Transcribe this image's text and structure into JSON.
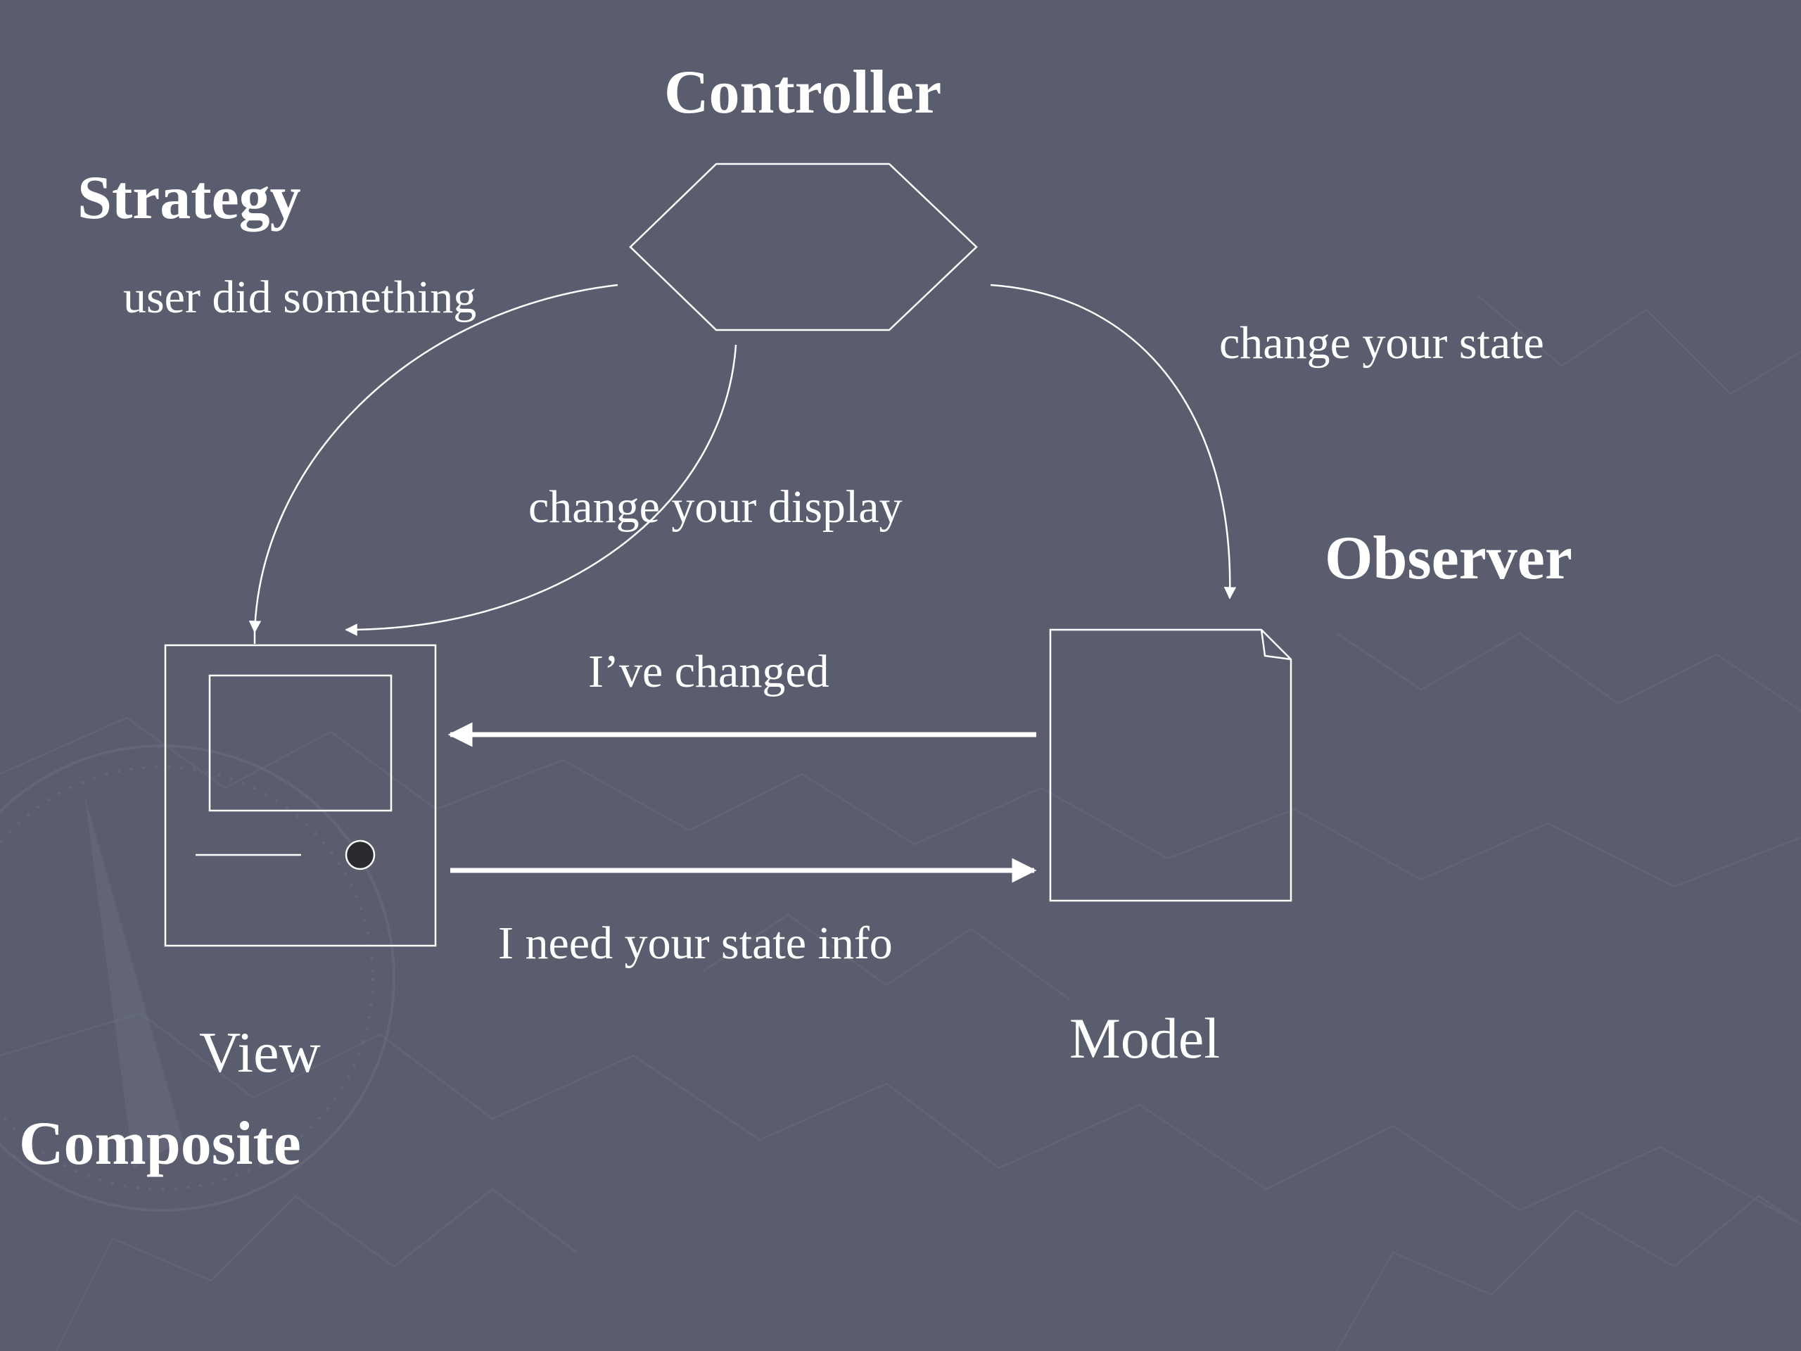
{
  "slide": {
    "background_color": "#5a5d6d",
    "line_color": "#ffffff"
  },
  "patterns": {
    "controller": "Controller",
    "strategy": "Strategy",
    "observer": "Observer",
    "composite": "Composite"
  },
  "nodes": {
    "view": "View",
    "model": "Model"
  },
  "messages": {
    "user_did_something": "user did something",
    "change_your_state": "change your state",
    "change_your_display": "change your display",
    "ive_changed": "I’ve changed",
    "need_state_info": "I need your state info"
  }
}
